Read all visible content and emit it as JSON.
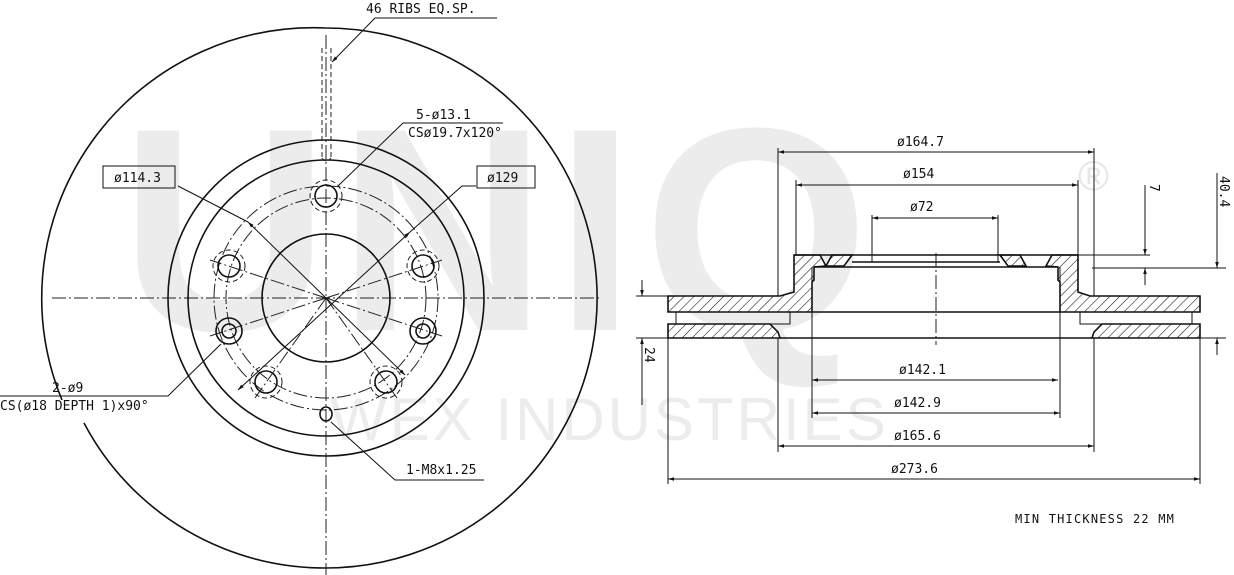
{
  "watermark": {
    "brand": "UNIQ",
    "registered_mark": "®",
    "subtitle": "WEX INDUSTRIES",
    "color": "#ececec"
  },
  "front_view": {
    "callouts": {
      "ribs": "46 RIBS EQ.SP.",
      "bolt_holes_line1": "5-ø13.1",
      "bolt_holes_line2": "CSø19.7x120°",
      "pcd_left": "ø114.3",
      "pcd_right": "ø129",
      "pin_holes_line1": "2-ø9",
      "pin_holes_line2": "CS(ø18 DEPTH 1)x90°",
      "thread": "1-M8x1.25"
    }
  },
  "section_view": {
    "top_dims": [
      "ø164.7",
      "ø154",
      "ø72"
    ],
    "bottom_dims": [
      "ø142.1",
      "ø142.9",
      "ø165.6",
      "ø273.6"
    ],
    "vertical_dims": {
      "hat_depth": "7",
      "total_height": "40.4",
      "disc_thickness": "24"
    }
  },
  "notes": {
    "min_thickness": "MIN THICKNESS 22 MM"
  }
}
